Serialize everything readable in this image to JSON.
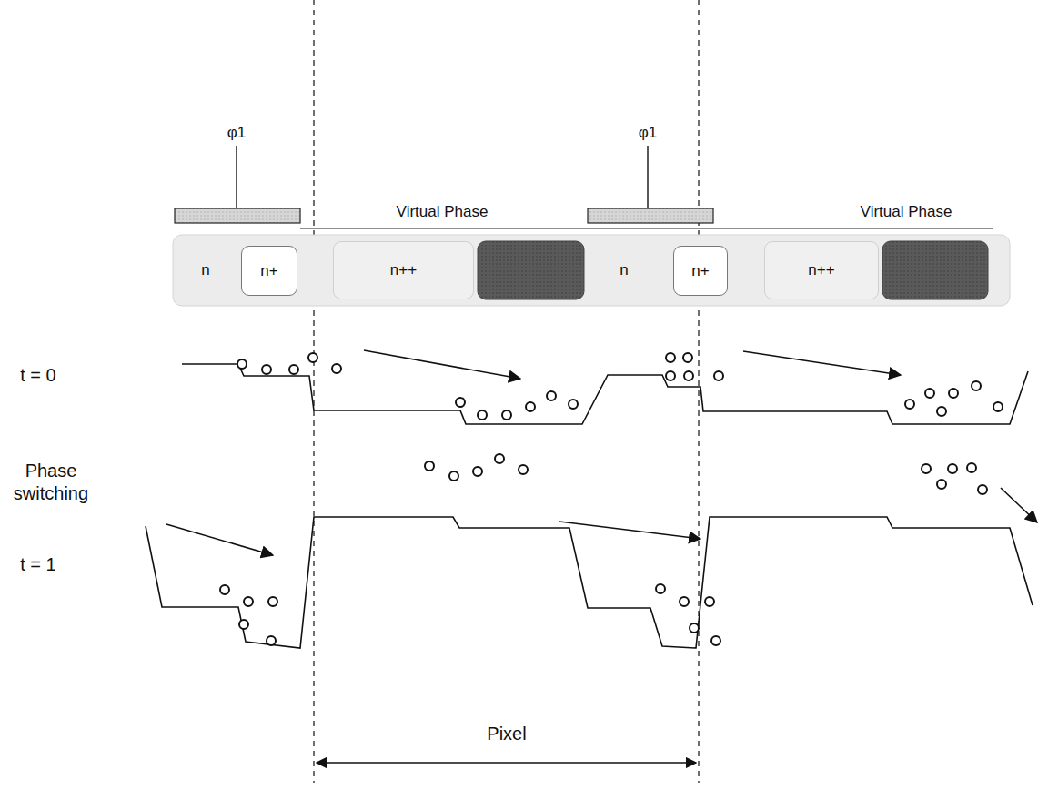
{
  "diagram": {
    "nodes": [
      {
        "text": [
          "n+"
        ]
      },
      {
        "text": [
          "n++"
        ]
      },
      {
        "text": [
          "n+"
        ]
      },
      {
        "text": [
          "n++"
        ]
      }
    ],
    "labels": [
      "φ1",
      "φ1",
      "Virtual Phase",
      "Virtual Phase",
      "n",
      "n",
      "t = 0",
      "Phase switching",
      "t = 1",
      "Pixel"
    ]
  }
}
